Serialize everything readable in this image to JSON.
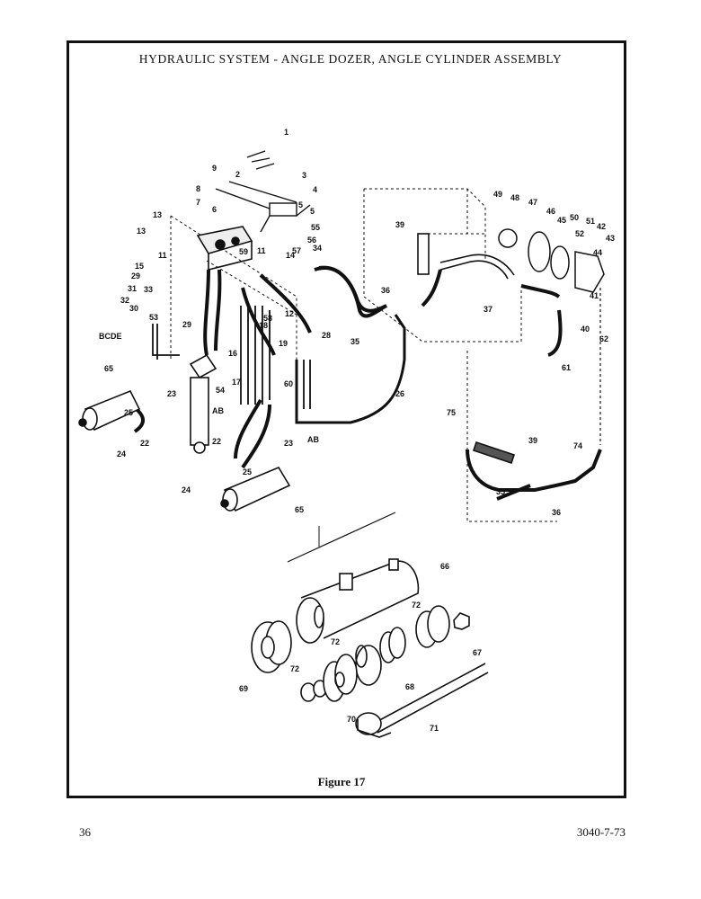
{
  "title": "HYDRAULIC SYSTEM - ANGLE DOZER, ANGLE CYLINDER ASSEMBLY",
  "figure_caption": "Figure 17",
  "page_number": "36",
  "doc_code": "3040-7-73",
  "side_labels": {
    "bcde": "BCDE",
    "ab1": "AB",
    "ab2": "AB"
  },
  "callouts": [
    "1",
    "2",
    "3",
    "4",
    "5",
    "5",
    "6",
    "7",
    "8",
    "9",
    "11",
    "11",
    "12",
    "13",
    "13",
    "14",
    "15",
    "16",
    "17",
    "18",
    "19",
    "22",
    "22",
    "23",
    "23",
    "24",
    "24",
    "25",
    "25",
    "26",
    "28",
    "29",
    "29",
    "30",
    "31",
    "32",
    "33",
    "34",
    "35",
    "35",
    "36",
    "36",
    "37",
    "39",
    "39",
    "40",
    "41",
    "42",
    "43",
    "44",
    "45",
    "46",
    "47",
    "48",
    "49",
    "50",
    "51",
    "52",
    "53",
    "54",
    "55",
    "56",
    "57",
    "58",
    "59",
    "60",
    "61",
    "62",
    "65",
    "65",
    "66",
    "67",
    "68",
    "69",
    "70",
    "71",
    "72",
    "72",
    "72",
    "74",
    "75"
  ]
}
